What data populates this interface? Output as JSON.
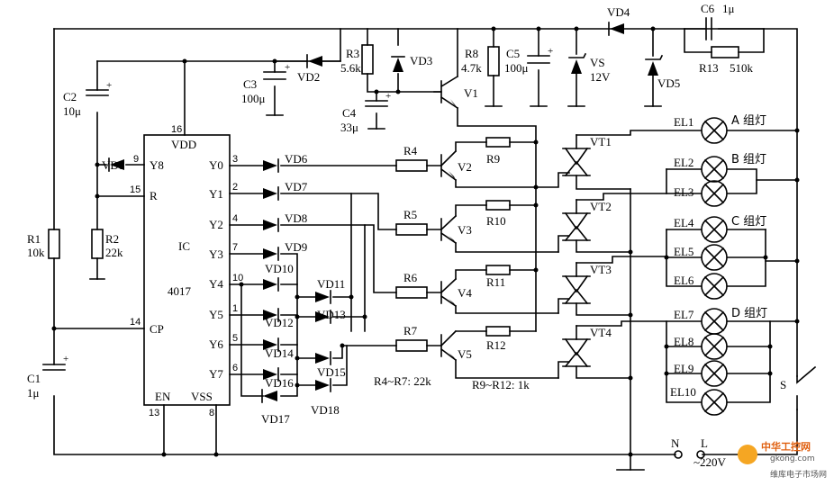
{
  "ic": {
    "name": "IC",
    "part": "4017",
    "vdd": "VDD",
    "vss": "VSS",
    "en": "EN",
    "pins": {
      "y0": "Y0",
      "y1": "Y1",
      "y2": "Y2",
      "y3": "Y3",
      "y4": "Y4",
      "y5": "Y5",
      "y6": "Y6",
      "y7": "Y7",
      "y8": "Y8",
      "r": "R",
      "cp": "CP",
      "n16": "16",
      "n3": "3",
      "n2": "2",
      "n4": "4",
      "n7": "7",
      "n10": "10",
      "n1": "1",
      "n5": "5",
      "n6": "6",
      "n9": "9",
      "n15": "15",
      "n14": "14",
      "n13": "13",
      "n8": "8"
    }
  },
  "components": {
    "r1": "R1",
    "r1v": "10k",
    "r2": "R2",
    "r2v": "22k",
    "r3": "R3",
    "r3v": "5.6k",
    "r8": "R8",
    "r8v": "4.7k",
    "r13": "R13",
    "r13v": "510k",
    "r4": "R4",
    "r5": "R5",
    "r6": "R6",
    "r7": "R7",
    "r9": "R9",
    "r10": "R10",
    "r11": "R11",
    "r12": "R12",
    "r4r7": "R4~R7: 22k",
    "r9r12": "R9~R12:  1k",
    "c1": "C1",
    "c1v": "1μ",
    "c2": "C2",
    "c2v": "10μ",
    "c3": "C3",
    "c3v": "100μ",
    "c4": "C4",
    "c4v": "33μ",
    "c5": "C5",
    "c5v": "100μ",
    "c6": "C6",
    "c6v": "1μ",
    "vd1": "VD1",
    "vd2": "VD2",
    "vd3": "VD3",
    "vd4": "VD4",
    "vd5": "VD5",
    "vd6": "VD6",
    "vd7": "VD7",
    "vd8": "VD8",
    "vd9": "VD9",
    "vd10": "VD10",
    "vd11": "VD11",
    "vd12": "VD12",
    "vd13": "VD13",
    "vd14": "VD14",
    "vd15": "VD15",
    "vd16": "VD16",
    "vd17": "VD17",
    "vd18": "VD18",
    "vs": "VS",
    "vsv": "12V",
    "v1": "V1",
    "v2": "V2",
    "v3": "V3",
    "v4": "V4",
    "v5": "V5",
    "vt1": "VT1",
    "vt2": "VT2",
    "vt3": "VT3",
    "vt4": "VT4",
    "s": "S"
  },
  "lamps": {
    "el1": "EL1",
    "el2": "EL2",
    "el3": "EL3",
    "el4": "EL4",
    "el5": "EL5",
    "el6": "EL6",
    "el7": "EL7",
    "el8": "EL8",
    "el9": "EL9",
    "el10": "EL10",
    "ga": "A 组灯",
    "gb": "B 组灯",
    "gc": "C 组灯",
    "gd": "D 组灯"
  },
  "power": {
    "n": "N",
    "l": "L",
    "ac": "~220V"
  },
  "watermark": {
    "main": "中华工控网",
    "url": "gkong.com",
    "sub": "维库电子市场网"
  }
}
